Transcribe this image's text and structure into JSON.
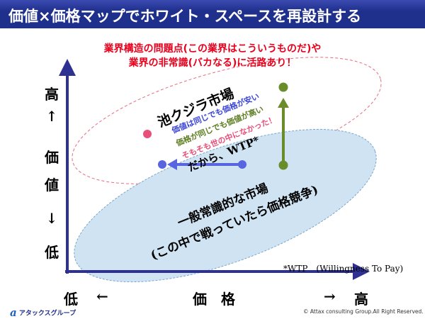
{
  "title": "価値×価格マップでホワイト・スペースを再設計する",
  "headline": {
    "line1": "業界構造の問題点(この業界はこういうものだ)や",
    "line2": "業界の非常識(バカなる)に活路あり！"
  },
  "y_axis": {
    "high": "高",
    "up_arrow": "↑",
    "label_1": "価",
    "label_2": "値",
    "down_arrow": "↓",
    "low": "低"
  },
  "x_axis": {
    "low": "低",
    "left_arrow": "←",
    "label": "価　格",
    "right_arrow": "→",
    "high": "高"
  },
  "upper_zone": {
    "title": "池クジラ市場",
    "line_blue": "価値は同じでも価格が安い",
    "line_green": "価格が同じでも価値が高い",
    "line_pink": "そもそも世の中になかった！",
    "conclusion": "だから、WTP*"
  },
  "lower_zone": {
    "line1": "一般常識的な市場",
    "line2": "(この中で戦っていたら価格競争)"
  },
  "wtp_note": "*WTP　(Willingness To Pay)",
  "footer": {
    "logo_mark": "a",
    "logo_text": "アタックスグループ",
    "copyright": "© Attax consulting Group.All Right Reserved."
  },
  "colors": {
    "title_bg": "#1f2f8c",
    "axis": "#2e3192",
    "headline": "#e8001c",
    "ellipse_fill": "#cfe3f2",
    "ellipse_dash": "#e86a80",
    "blue": "#5865e0",
    "green": "#6b8c2a",
    "pink": "#e8507a"
  }
}
